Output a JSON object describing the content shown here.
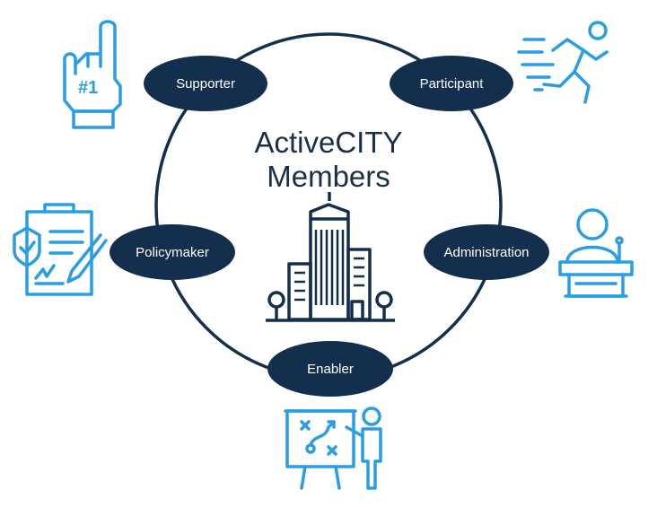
{
  "title": {
    "line1": "ActiveCITY",
    "line2": "Members"
  },
  "roles": [
    {
      "label": "Supporter",
      "icon": "foam-finger-number-one-icon"
    },
    {
      "label": "Participant",
      "icon": "running-person-icon"
    },
    {
      "label": "Administration",
      "icon": "speaker-at-podium-icon"
    },
    {
      "label": "Enabler",
      "icon": "strategy-board-presenter-icon"
    },
    {
      "label": "Policymaker",
      "icon": "signing-document-clipboard-icon"
    }
  ],
  "center_icon": "city-buildings-icon",
  "foam_finger_text": "#1",
  "colors": {
    "circle": "#142f4d",
    "node_fill": "#142f4d",
    "node_text": "#ffffff",
    "title": "#1b2f47",
    "icon_blue": "#2a9ee0",
    "building": "#142f4d"
  }
}
